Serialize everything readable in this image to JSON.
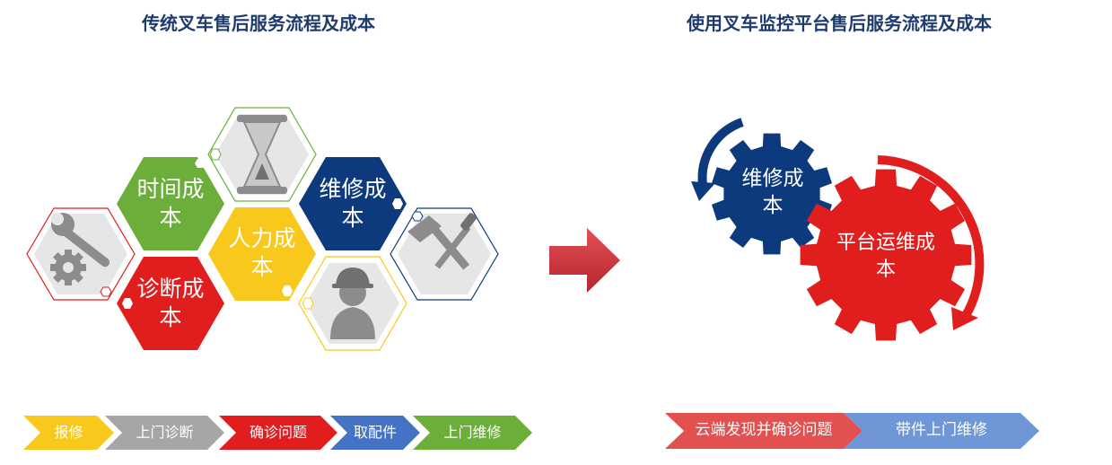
{
  "left_title": "传统叉车售后服务流程及成本",
  "right_title": "使用叉车监控平台售后服务流程及成本",
  "hexagons": {
    "time_cost": "时间成本",
    "maintenance_cost": "维修成本",
    "labor_cost": "人力成本",
    "diagnosis_cost": "诊断成本"
  },
  "left_steps": [
    "报修",
    "上门诊断",
    "确诊问题",
    "取配件",
    "上门维修"
  ],
  "gears": {
    "small": "维修成本",
    "large": "平台运维成本"
  },
  "right_steps": [
    "云端发现并确诊问题",
    "带件上门维修"
  ],
  "colors": {
    "navy": "#0d3a7c",
    "red": "#e01e1e",
    "green": "#6cae3a",
    "yellow": "#f9c81c",
    "gray": "#a6a6a6",
    "arrow": "#d84048"
  }
}
